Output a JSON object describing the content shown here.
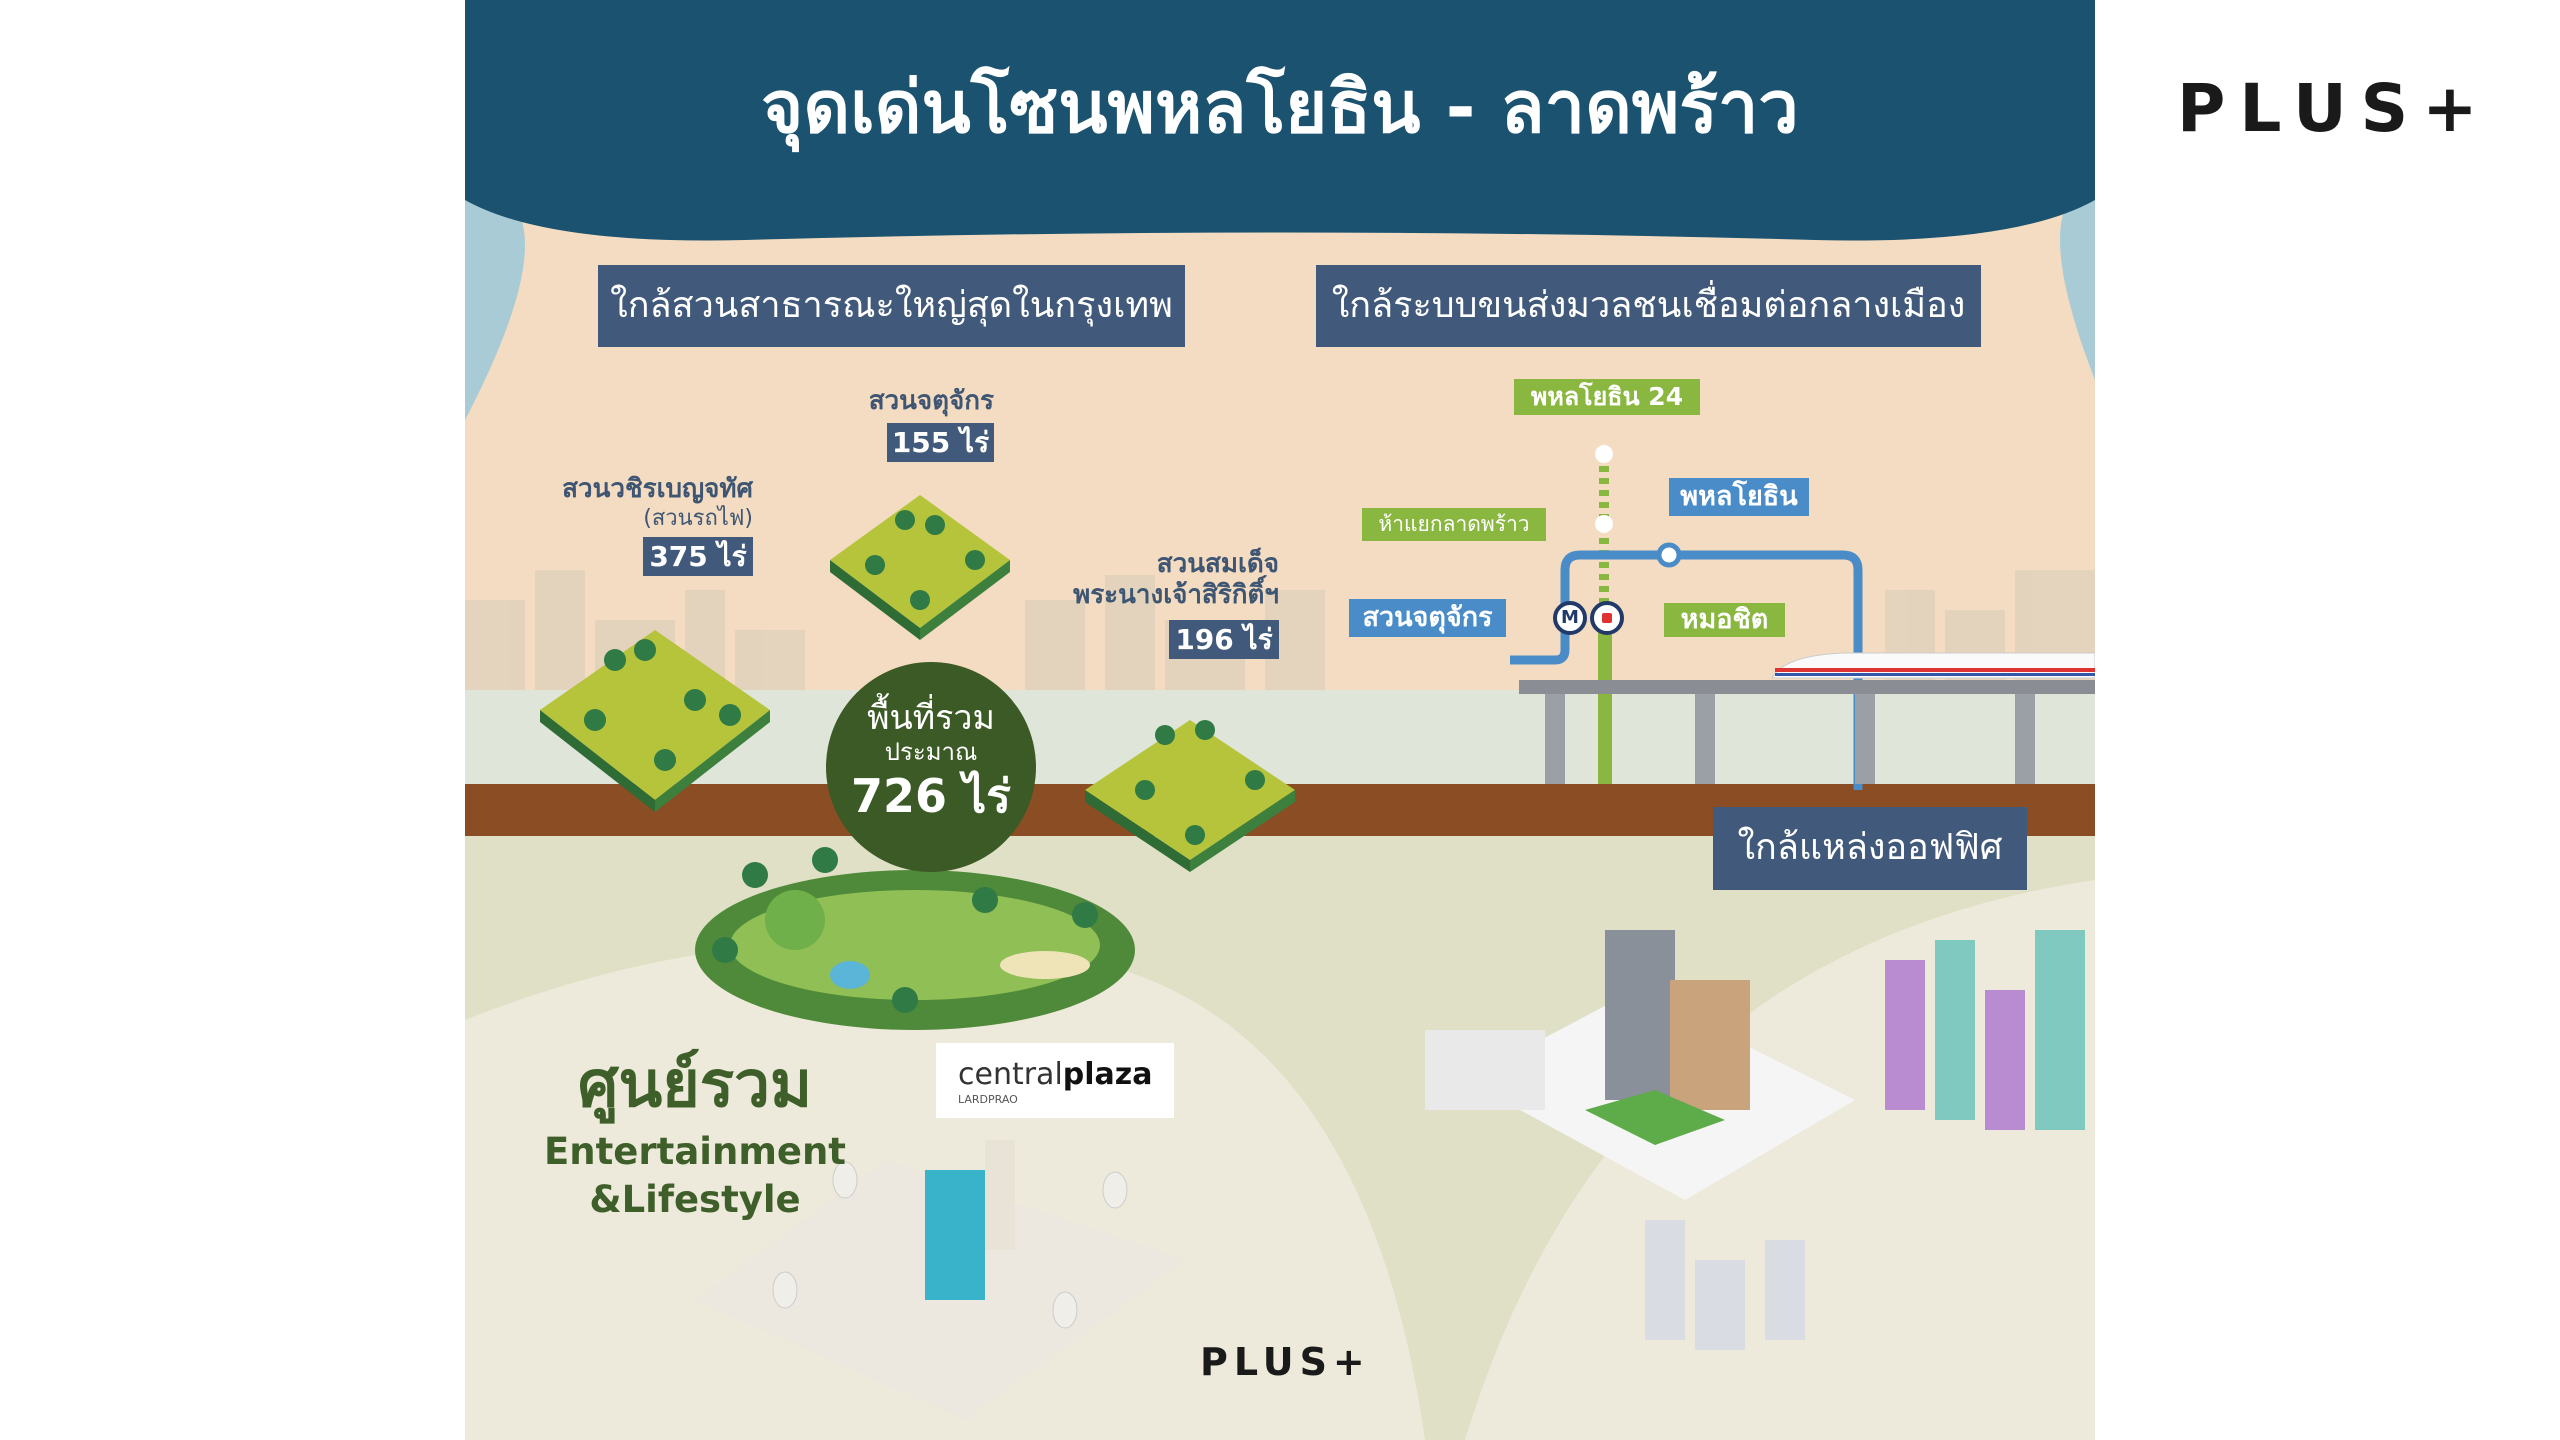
{
  "header": {
    "title": "จุดเด่นโซนพหลโยธิน - ลาดพร้าว"
  },
  "brand": {
    "logo_text": "PLUS+",
    "footer_logo_text": "PLUS+"
  },
  "sections": {
    "parks_title": "ใกล้สวนสาธารณะใหญ่สุดในกรุงเทพ",
    "transit_title": "ใกล้ระบบขนส่งมวลชนเชื่อมต่อกลางเมือง",
    "office_title": "ใกล้แหล่งออฟฟิศ"
  },
  "parks": [
    {
      "name": "สวนวชิรเบญจทัศ",
      "subname": "(สวนรถไฟ)",
      "area": "375 ไร่"
    },
    {
      "name": "สวนจตุจักร",
      "area": "155 ไร่"
    },
    {
      "name": "สวนสมเด็จ",
      "name_line2": "พระนางเจ้าสิริกิติ์ฯ",
      "area": "196 ไร่"
    }
  ],
  "total": {
    "line1": "พื้นที่รวม",
    "line2": "ประมาณ",
    "value": "726 ไร่"
  },
  "stations": {
    "phahon24": "พหลโยธิน 24",
    "ha_yaek": "ห้าแยกลาดพร้าว",
    "phahon": "พหลโยธิน",
    "chatuchak": "สวนจตุจักร",
    "mochit": "หมอชิต",
    "mrt_icon": "M"
  },
  "lifestyle": {
    "line1": "ศูนย์รวม",
    "line2": "Entertainment",
    "line3": "&Lifestyle"
  },
  "mall": {
    "name_light": "central",
    "name_bold": "plaza",
    "branch": "LARDPRAO"
  },
  "colors": {
    "header": "#1a5270",
    "box": "#41597a",
    "green_line": "#8ab740",
    "blue_line": "#4a8cc8",
    "forest": "#3c5a25",
    "ground": "#8b4d24"
  }
}
